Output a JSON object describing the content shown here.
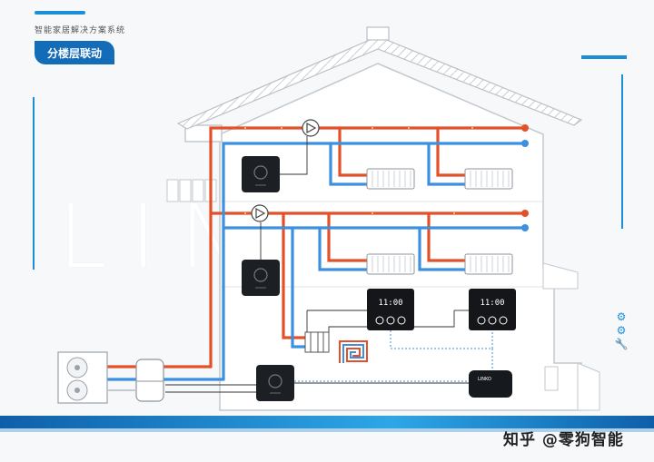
{
  "header": {
    "brand_text": "智能家居解决方案系统",
    "section_title": "分楼层联动"
  },
  "watermark": "LINKO",
  "thermostat": {
    "display_upper": "11:00",
    "display_lower": "11:00"
  },
  "gateway": {
    "brand": "LINKO"
  },
  "footer": {
    "source": "知乎 @零狗智能"
  },
  "colors": {
    "hot_pipe": "#e2512a",
    "cold_pipe": "#3d8fe0",
    "signal": "#3d8fe0",
    "accent": "#136cb8"
  },
  "icons": [
    "settings-icon",
    "settings-icon",
    "wrench-icon"
  ]
}
